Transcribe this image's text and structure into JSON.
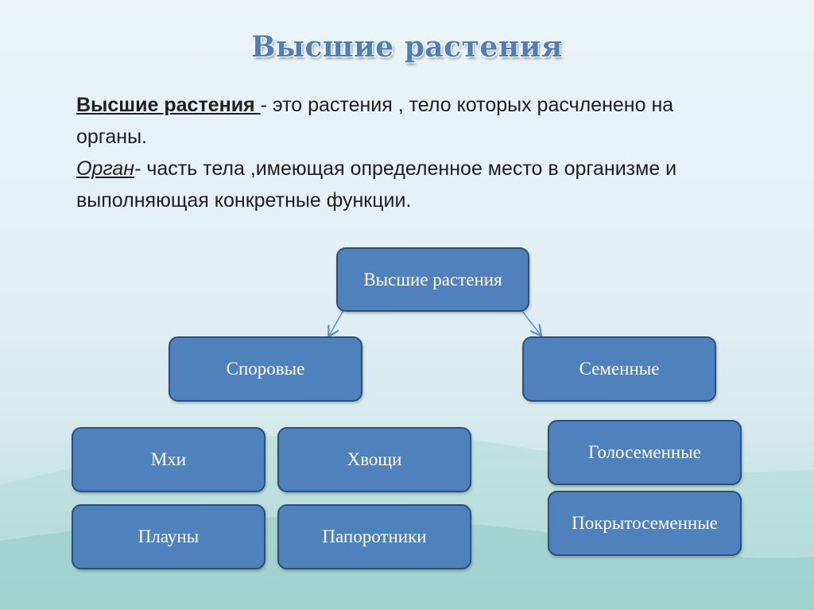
{
  "title": "Высшие растения",
  "definitions": {
    "term1": "Высшие растения ",
    "def1": "- это растения , тело которых расчленено на органы.",
    "term2": "Орган",
    "def2": "- часть тела ,имеющая определенное место в организме и выполняющая конкретные функции."
  },
  "diagram": {
    "root": "Высшие растения",
    "spore": "Споровые",
    "seed": "Семенные",
    "spore_children": [
      "Мхи",
      "Хвощи",
      "Плауны",
      "Папоротники"
    ],
    "seed_children": [
      "Голосеменные",
      "Покрытосеменные"
    ]
  },
  "colors": {
    "node_fill": "#4f81bd",
    "node_border": "#2d4f7a",
    "title": "#4f7fb6",
    "connector": "#5b8fd0"
  }
}
